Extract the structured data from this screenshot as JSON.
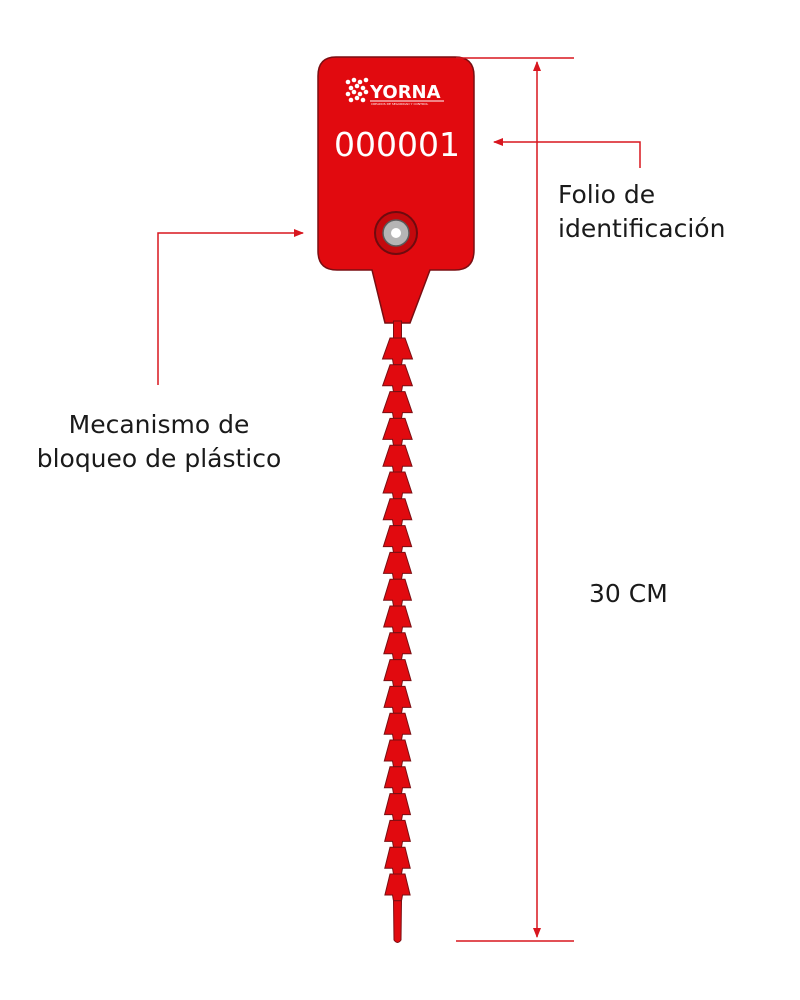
{
  "product": {
    "brand": "YORNA",
    "brand_tagline": "CREADOS DE SEGURIDAD Y CONTROL",
    "serial": "000001",
    "seal_color": "#e10a0f",
    "seal_stroke": "#7a0e12"
  },
  "annotations": {
    "folio": [
      "Folio de",
      "identificación"
    ],
    "mechanism": [
      "Mecanismo de",
      "bloqueo de plástico"
    ],
    "dimension": "30 CM",
    "line_color": "#d8161f"
  }
}
